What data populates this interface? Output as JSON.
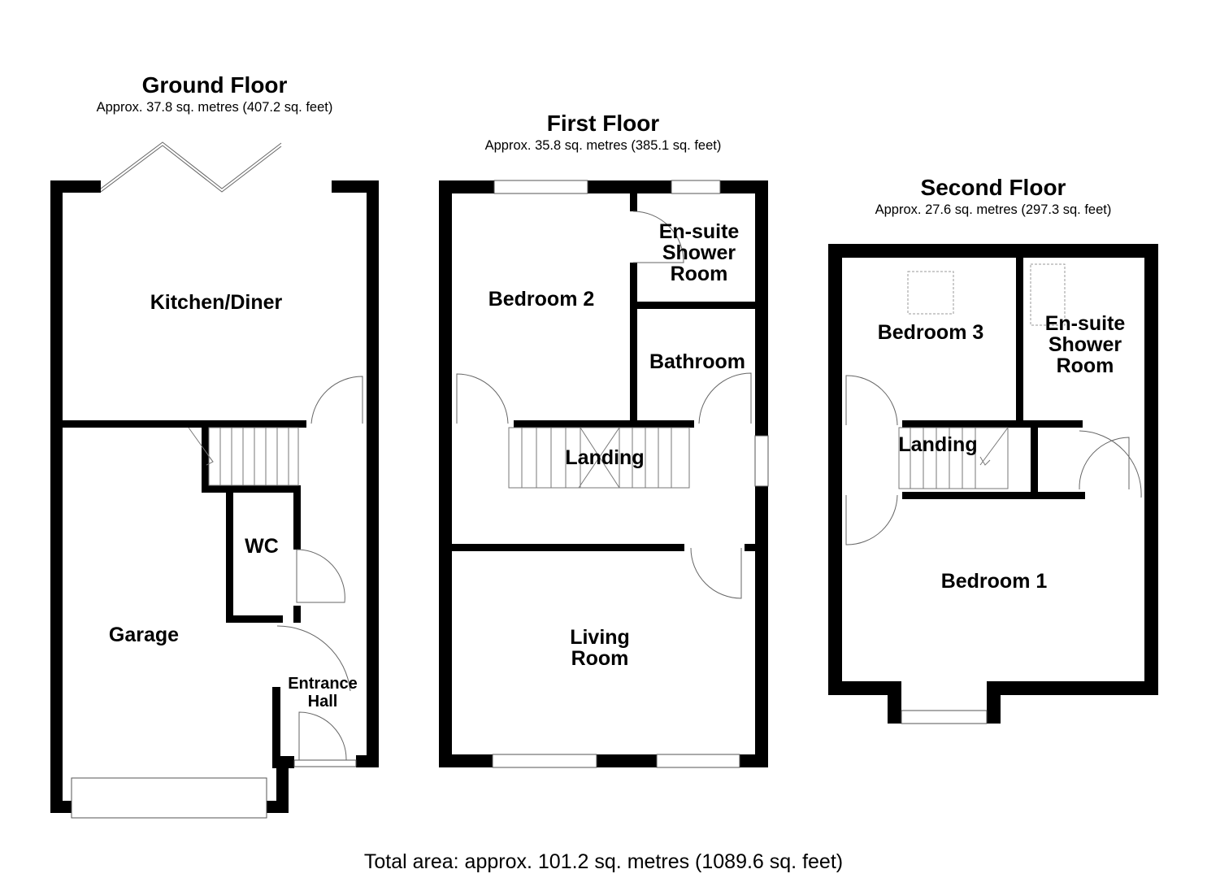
{
  "floors": {
    "ground": {
      "title": "Ground Floor",
      "area": "Approx. 37.8 sq. metres (407.2 sq. feet)",
      "rooms": {
        "kitchen": "Kitchen/Diner",
        "wc": "WC",
        "garage": "Garage",
        "entrance_line1": "Entrance",
        "entrance_line2": "Hall"
      }
    },
    "first": {
      "title": "First Floor",
      "area": "Approx. 35.8 sq. metres (385.1 sq. feet)",
      "rooms": {
        "bedroom2": "Bedroom 2",
        "ensuite_line1": "En-suite",
        "ensuite_line2": "Shower",
        "ensuite_line3": "Room",
        "bathroom": "Bathroom",
        "landing": "Landing",
        "living_line1": "Living",
        "living_line2": "Room"
      }
    },
    "second": {
      "title": "Second Floor",
      "area": "Approx. 27.6 sq. metres (297.3 sq. feet)",
      "rooms": {
        "bedroom3": "Bedroom 3",
        "ensuite_line1": "En-suite",
        "ensuite_line2": "Shower",
        "ensuite_line3": "Room",
        "landing": "Landing",
        "bedroom1": "Bedroom 1"
      }
    }
  },
  "total_area": "Total area: approx. 101.2 sq. metres (1089.6 sq. feet)"
}
